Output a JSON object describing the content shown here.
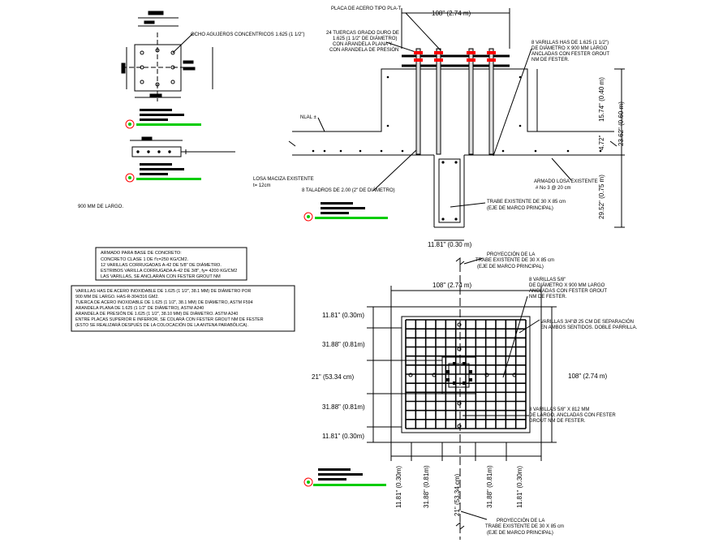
{
  "detail_a": {
    "label_rods": "OCHO AGUJEROS CONCENTRICOS 1.625 (1 1/2\")",
    "note_length": "900 MM DE LARGO."
  },
  "section": {
    "plate_label": "PLACA DE ACERO TIPO PLA-T",
    "nuts_label": [
      "24 TUERCAS GRADO DURO DE",
      "1.625 (1 1/2\" DE DIÁMETRO)",
      "CON ARANDELA PLANA Y",
      "CON ARANDELA DE PRESIÓN"
    ],
    "top_dim": "108\" (2.74 m)",
    "rods_label": [
      "8 VARILLAS HAS DE 1.625 (1 1/2\")",
      "DE DIÁMETRO X 900 MM LARGO",
      "ANCLADAS CON FESTER GROUT",
      "NM DE FESTER."
    ],
    "nlal_label": "NLAL ±",
    "slab_label": [
      "LOSA MACIZA EXISTENTE",
      "t= 12cm"
    ],
    "drill_label": "8 TALADROS DE 2.00 (2\" DE DIÁMETRO)",
    "beam_label": [
      "TRABE EXISTENTE DE 30 X 85 cm",
      "(EJE DE MARCO PRINCIPAL)"
    ],
    "armado_label": [
      "ARMADO LOSA EXISTENTE",
      "# No 3 @ 20 cm"
    ],
    "beam_width_dim": "11.81\" (0.30 m)",
    "dim_r1": "15.74\" (0.40 m)",
    "dim_r2": "4.72\"",
    "dim_r3": "23.62\" (0.60 m)",
    "dim_r4": "29.52\" (0.75 m)"
  },
  "notes": {
    "box1": [
      "ARMADO PARA BASE DE CONCRETO:",
      "CONCRETO CLASE 1 DE f'c=250 KG/CM2.",
      "12 VARILLAS CORRUGADAS A-42 DE 5/8\" DE DIÁMETRO.",
      "ESTRIBOS VARILLA CORRUGADA A-42 DE 3/8\", fy= 4200 KG/CM2",
      "LAS VARILLAS, SE ANCLARÁN CON FESTER GROUT NM"
    ],
    "box2": [
      "VARILLAS HAS DE ACERO INOXIDABLE DE 1.625 (1 1/2\", 38.1 MM) DE DIÁMETRO POR",
      "900 MM DE LARGO. HAS-R-304/316 GM2.",
      "TUERCA DE ACERO INOXIDABLE DE 1.625 (1 1/2\", 38.1 MM) DE DIÁMETRO, ASTM F594",
      "ARANDELA PLANA DE 1.625 (1 1/2\" DE DIÁMETRO), ASTM A240",
      "ARANDELA DE PRESIÓN DE 1.625 (1 1/2\", 38.10 MM) DE DIÁMETRO. ASTM A240",
      "ENTRE PLACAS SUPERIOR E INFERIOR, SE COLARÁ CON FESTER GROUT NM DE FESTER",
      "(ESTO SE REALIZARÁ DESPUÉS DE LA COLOCACIÓN DE LA ANTENA PARABÓLICA)."
    ]
  },
  "plan": {
    "projection_top": [
      "PROYECCIÓN DE LA",
      "TRABE EXISTENTE DE 30 X 85 cm",
      "(EJE DE MARCO PRINCIPAL)"
    ],
    "top_dim": "108\" (2.74 m)",
    "right_dim": "108\" (2.74 m)",
    "left_dims": [
      "11.81\" (0.30m)",
      "31.88\" (0.81m)",
      "21\" (53.34 cm)",
      "31.88\" (0.81m)",
      "11.81\" (0.30m)"
    ],
    "bottom_dims": [
      "11.81\" (0.30m)",
      "31.88\" (0.81m)",
      "21\" (53.34 cm)",
      "31.88\" (0.81m)",
      "11.81\" (0.30m)"
    ],
    "label_58": [
      "8 VARILLAS 5/8\"",
      "DE DIÁMETRO X 900 MM LARGO",
      "ANCLADAS CON FESTER GROUT",
      "NM DE FESTER."
    ],
    "label_34": [
      "VARILLAS 3/4\"Ø 25 CM DE SEPARACIÓN",
      "EN AMBOS SENTIDOS. DOBLE PARRILLA."
    ],
    "label_812": [
      "8 VARILLAS 5/8\" X 812 MM",
      "DE LARGO, ANCLADAS CON FESTER",
      "GROUT NM DE FESTER."
    ],
    "projection_bottom": [
      "PROYECCIÓN DE LA",
      "TRABE EXISTENTE DE 30 X 85 cm",
      "(EJE DE MARCO PRINCIPAL)"
    ]
  },
  "colors": {
    "line": "#000000",
    "grout": "#00cc00",
    "rod": "#ff0000",
    "bg": "#ffffff"
  }
}
